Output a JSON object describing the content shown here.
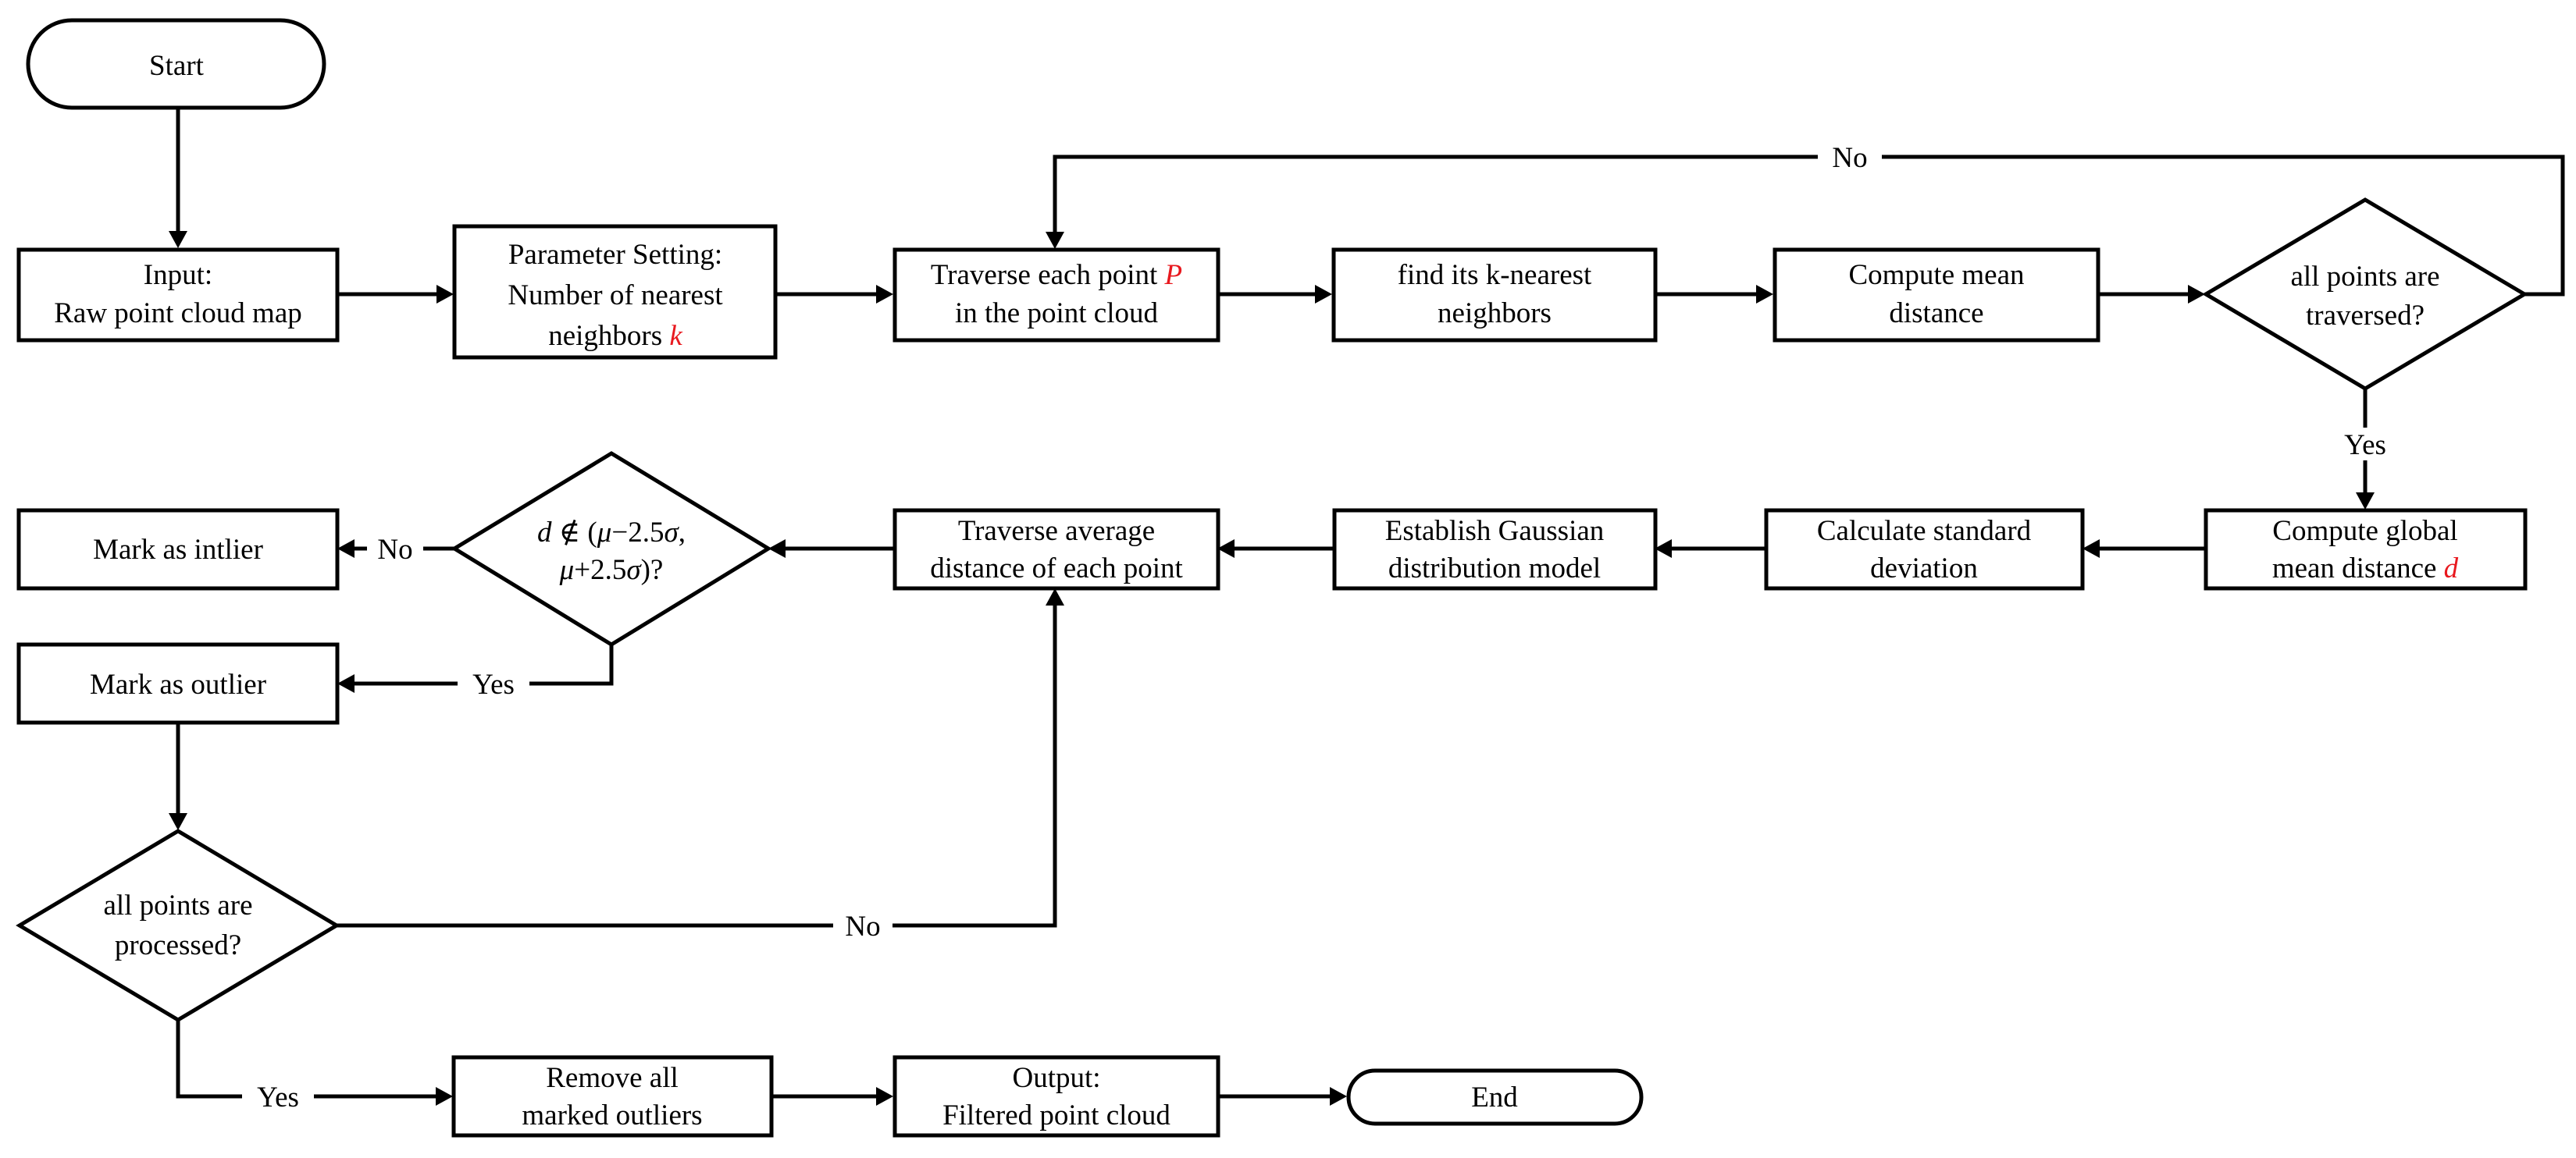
{
  "nodes": {
    "start": {
      "line1": "Start"
    },
    "input": {
      "line1": "Input:",
      "line2": "Raw point cloud map"
    },
    "param": {
      "line1": "Parameter Setting:",
      "line2": "Number of nearest",
      "line3_text": "neighbors ",
      "line3_var": "k"
    },
    "traverse": {
      "line1_text": "Traverse each point ",
      "line1_var": "P",
      "line2": "in the point cloud"
    },
    "knn": {
      "line1": "find its k-nearest",
      "line2": "neighbors"
    },
    "mean": {
      "line1": "Compute mean",
      "line2": "distance"
    },
    "dec_traversed": {
      "line1": "all points are",
      "line2": "traversed?"
    },
    "global": {
      "line1": "Compute global",
      "line2_text": "mean distance ",
      "line2_var": "d"
    },
    "std": {
      "line1": "Calculate standard",
      "line2": "deviation"
    },
    "gauss": {
      "line1": "Establish Gaussian",
      "line2": "distribution model"
    },
    "trav_avg": {
      "line1": "Traverse average",
      "line2": "distance of each point"
    },
    "dec_range": {
      "d": "d",
      "notin": " ∉ (",
      "mu1": "μ",
      "minus": "−2.5",
      "sigma1": "σ",
      "comma": ",",
      "mu2": "μ",
      "plus": "+2.5",
      "sigma2": "σ",
      "close": ")?"
    },
    "inlier": {
      "line1": "Mark as intlier"
    },
    "outlier": {
      "line1": "Mark as outlier"
    },
    "dec_processed": {
      "line1": "all points are",
      "line2": "processed?"
    },
    "remove": {
      "line1": "Remove all",
      "line2": "marked outliers"
    },
    "output": {
      "line1": "Output:",
      "line2": "Filtered point cloud"
    },
    "end": {
      "line1": "End"
    }
  },
  "edges": {
    "traversed_no": "No",
    "traversed_yes": "Yes",
    "range_no": "No",
    "range_yes": "Yes",
    "processed_no": "No",
    "processed_yes": "Yes"
  },
  "colors": {
    "variable": "#e8191f",
    "stroke": "#000000",
    "fill": "#ffffff"
  }
}
